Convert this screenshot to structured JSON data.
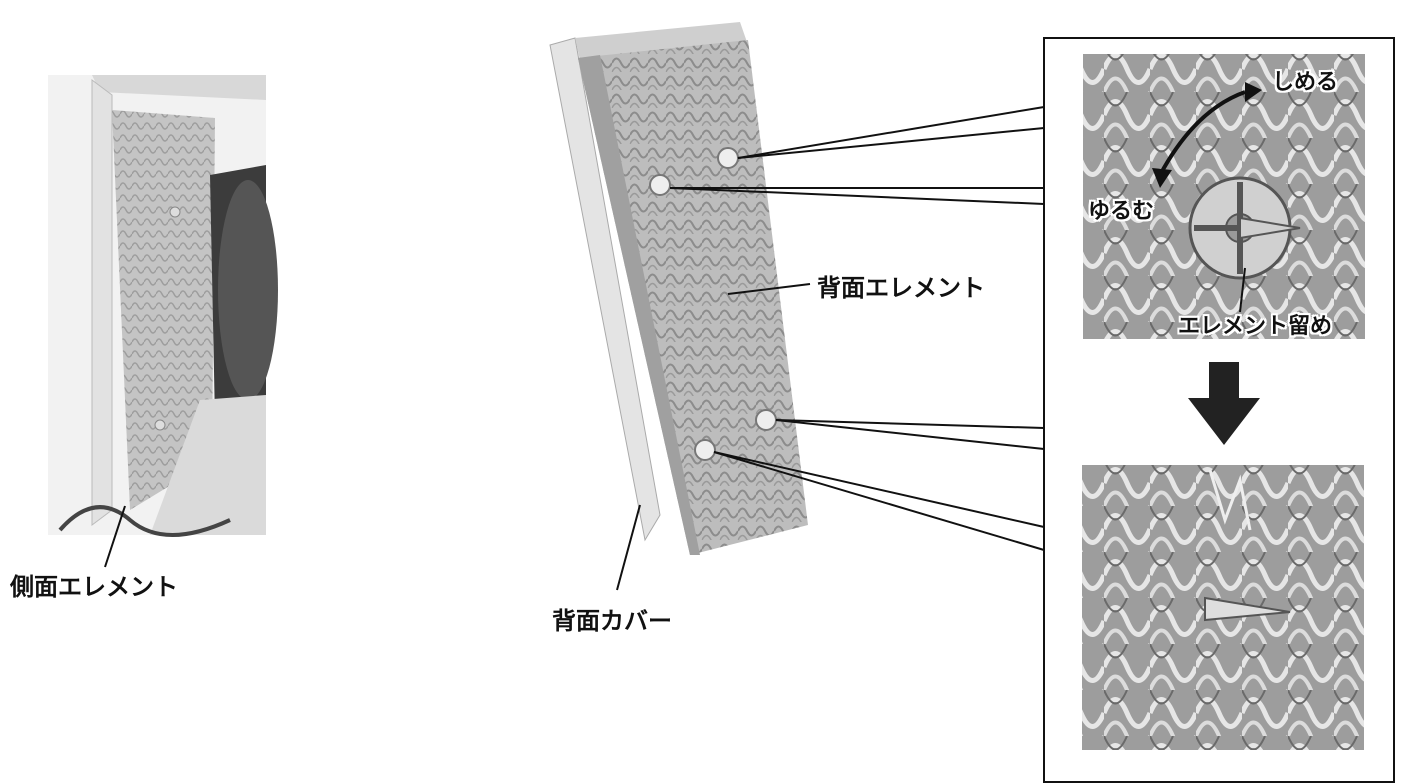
{
  "labels": {
    "side_element": "側面エレメント",
    "back_element": "背面エレメント",
    "back_cover": "背面カバー"
  },
  "inset": {
    "tighten": "しめる",
    "loosen": "ゆるむ",
    "element_stopper": "エレメント留め"
  },
  "colors": {
    "line": "#111111",
    "photo_bg": "#e8e8e8",
    "pad": "#b0b0b0",
    "pad_dark": "#8a8a8a",
    "arrow": "#222222"
  }
}
